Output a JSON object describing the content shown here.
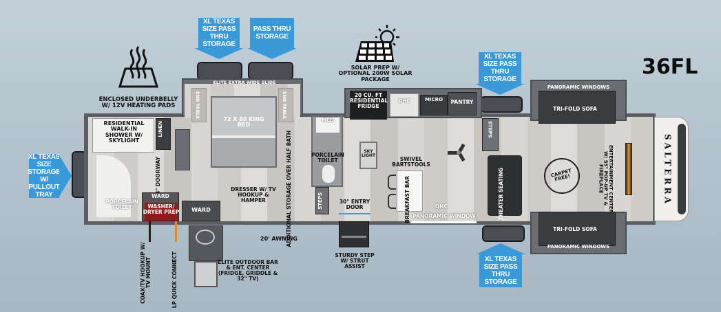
{
  "model": {
    "name": "36FL"
  },
  "brand_mark": "SALTERRA",
  "features": {
    "underbelly": "ENCLOSED UNDERBELLY W/ 12V HEATING PADS",
    "underbelly_icon": "heated-underbelly-icon",
    "solar": "SOLAR PREP W/ OPTIONAL 200W SOLAR PACKAGE",
    "solar_icon": "solar-panel-icon"
  },
  "callouts": {
    "top_left_storage": "XL TEXAS SIZE PASS THRU STORAGE",
    "top_mid_storage": "PASS THRU STORAGE",
    "top_right_storage": "XL TEXAS SIZE PASS THRU STORAGE",
    "bottom_right_storage": "XL TEXAS SIZE PASS THRU STORAGE",
    "rear_storage": "XL TEXAS SIZE STORAGE W/ PULLOUT TRAY"
  },
  "rooms": {
    "bathroom": {
      "shower": "RESIDENTIAL WALK-IN SHOWER W/ SKYLIGHT",
      "linen": "LINEN",
      "toilet": "PORCELAIN TOILET",
      "doorway": "38\" DOORWAY",
      "ward": "WARD",
      "washer_dryer": "WASHER/ DRYER PREP"
    },
    "bedroom": {
      "slide": "ELITE EXTRA WIDE SLIDE",
      "end_table_left": "END TABLE",
      "end_table_right": "END TABLE",
      "bed": "72 X 80 KING BED",
      "dresser": "DRESSER W/ TV HOOKUP & HAMPER",
      "ward": "WARD",
      "storage": "ADDITIONAL STORAGE OVER HALF BATH"
    },
    "half_bath": {
      "med": "MED",
      "toilet": "PORCELAIN TOILET",
      "steps": "STEPS"
    },
    "kitchen": {
      "fridge": "20 CU. FT RESIDENTIAL FRIDGE",
      "ohc": "OHC",
      "micro": "MICRO",
      "pantry": "PANTRY",
      "skylight": "SKY LIGHT",
      "bartstools": "SWIVEL BARTSTOOLS",
      "breakfast_bar": "BREAKFAST BAR",
      "ohc_lower": "OHC",
      "window": "PANORAMIC WINDOW",
      "entry_door": "30\" ENTRY DOOR"
    },
    "living": {
      "steps": "STEPS",
      "theater": "THEATER SEATING",
      "sofa_top": "TRI-FOLD SOFA",
      "sofa_top_window": "PANORAMIC WINDOWS",
      "sofa_bottom": "TRI-FOLD SOFA",
      "sofa_bottom_window": "PANORAMIC WINDOWS",
      "carpet_badge": "CARPET FREE!",
      "entertainment": "ENTERTAINMENT CENTER W/ 55\" POP-UP TV & FIREPLACE"
    }
  },
  "exterior": {
    "coax": "COAX/TV HOOKUP W/ TV MOUNT",
    "lp": "LP QUICK CONNECT",
    "awning": "20' AWNING",
    "outdoor_bar": "ELITE OUTDOOR BAR & ENT. CENTER (FRIDGE, GRIDDLE & 32\" TV)",
    "step": "STURDY STEP W/ STRUT ASSIST"
  },
  "colors": {
    "callout_blue": "#3a9ad9",
    "hull_gray": "#5b5f64",
    "washer_red": "#8e1c1c",
    "lp_orange": "#e08a2a"
  }
}
